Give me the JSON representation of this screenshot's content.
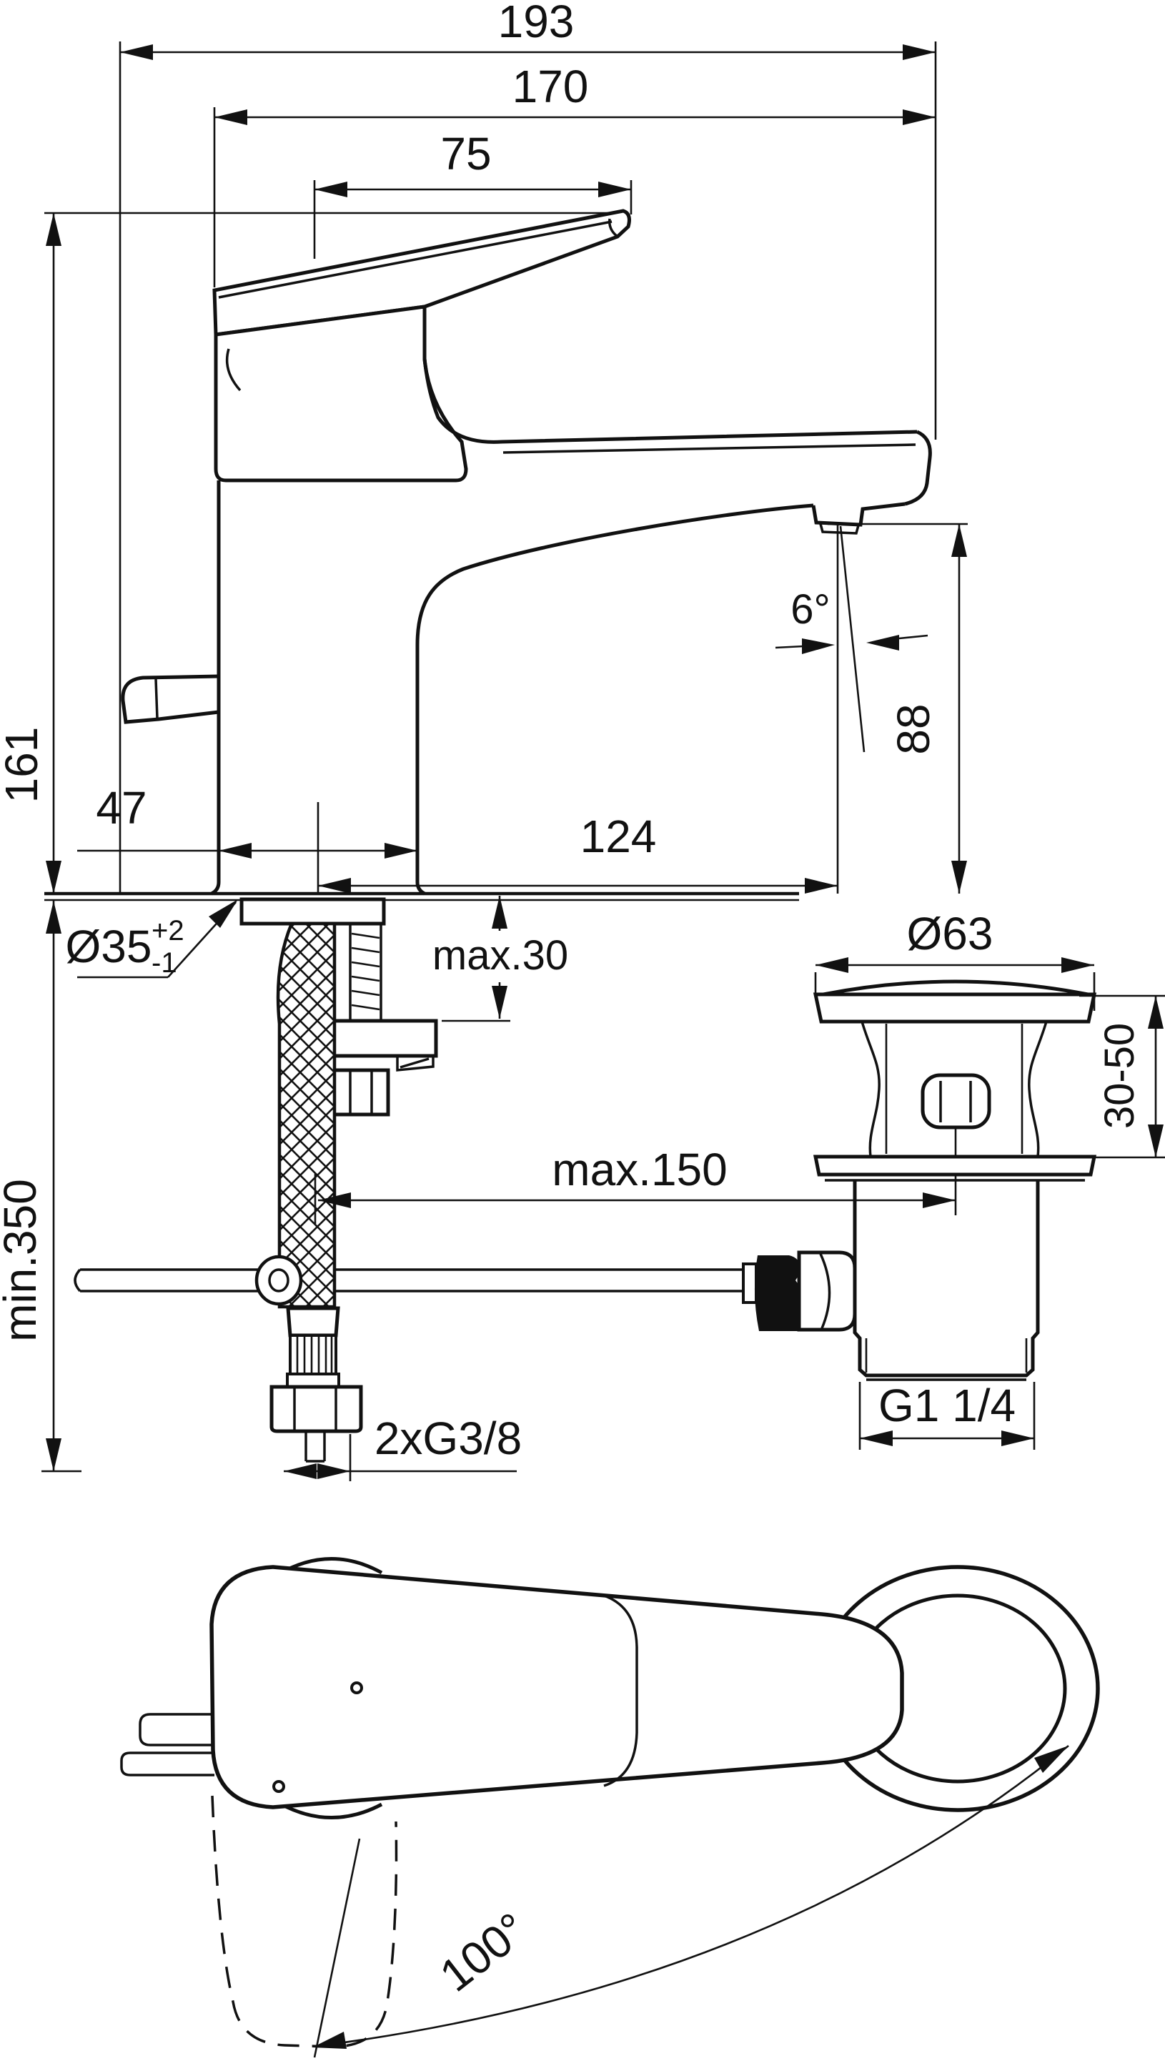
{
  "drawing": {
    "title": "basin-mixer-technical-drawing",
    "dims": {
      "d193": "193",
      "d170": "170",
      "d75": "75",
      "d161": "161",
      "d6deg": "6°",
      "d88": "88",
      "d124": "124",
      "d47": "47",
      "d35": "Ø35",
      "d35_plus": "+2",
      "d35_minus": "-1",
      "dmax30": "max.30",
      "dmin350": "min.350",
      "d63": "Ø63",
      "d3050": "30-50",
      "dmax150": "max.150",
      "dG114": "G1 1/4",
      "dG38": "2xG3/8",
      "d100": "100°"
    },
    "colors": {
      "line": "#111111",
      "background": "#ffffff"
    }
  }
}
